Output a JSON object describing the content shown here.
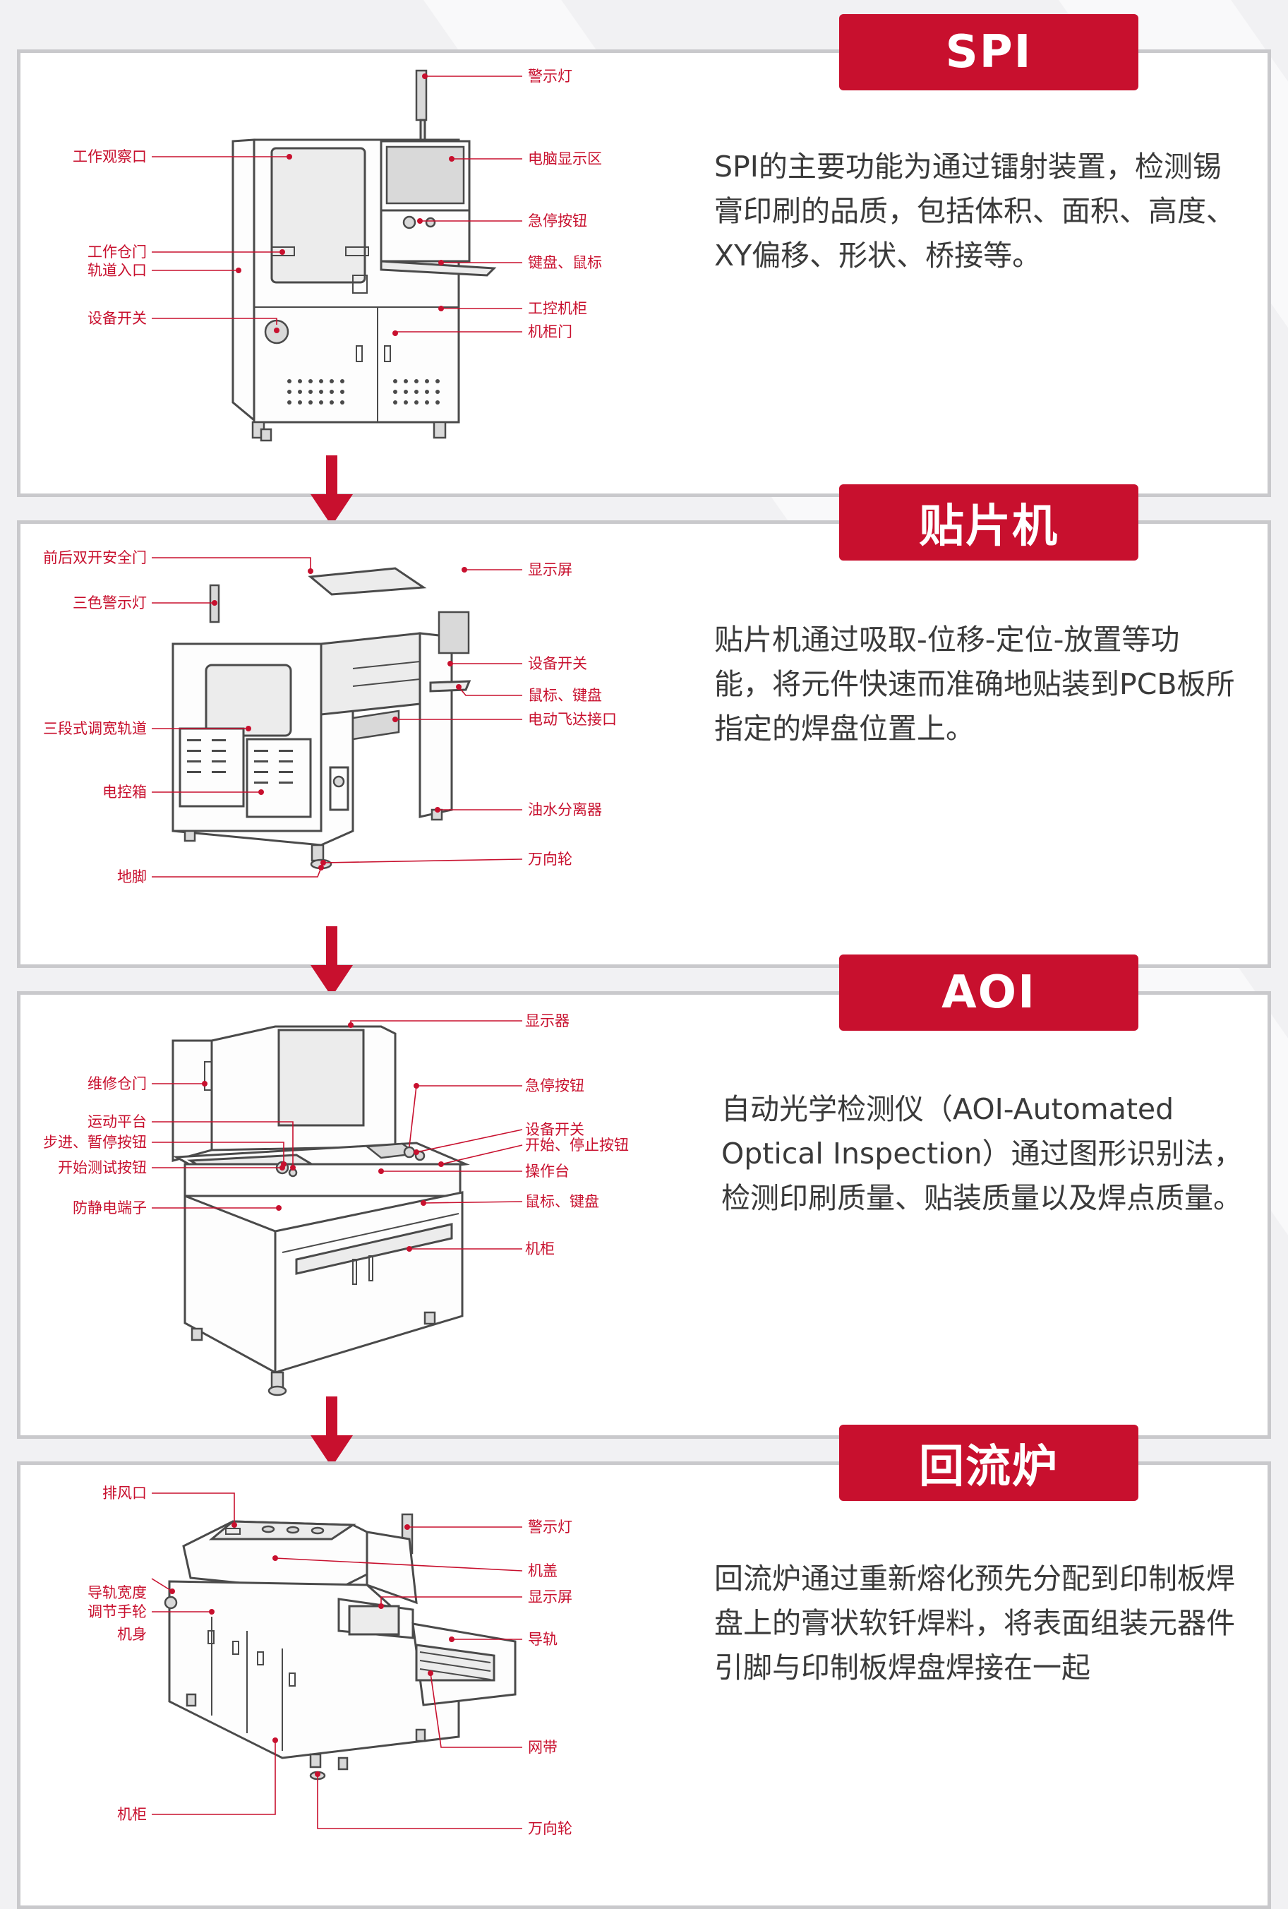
{
  "sections": [
    {
      "title": "SPI",
      "description": "SPI的主要功能为通过镭射装置，检测锡膏印刷的品质，包括体积、面积、高度、XY偏移、形状、桥接等。",
      "labels": {
        "warning_light": "警示灯",
        "work_window": "工作观察口",
        "pc_display": "电脑显示区",
        "emergency_stop": "急停按钮",
        "work_door": "工作仓门",
        "rail_entry": "轨道入口",
        "keyboard_mouse": "键盘、鼠标",
        "ipc_cabinet": "工控机柜",
        "power_switch": "设备开关",
        "cabinet_door": "机柜门"
      }
    },
    {
      "title": "贴片机",
      "description": "贴片机通过吸取-位移-定位-放置等功能，将元件快速而准确地贴装到PCB板所指定的焊盘位置上。",
      "labels": {
        "safety_doors": "前后双开安全门",
        "display": "显示屏",
        "tri_light": "三色警示灯",
        "power_switch": "设备开关",
        "mouse_keyboard": "鼠标、键盘",
        "rail": "三段式调宽轨道",
        "feeder_port": "电动飞达接口",
        "control_box": "电控箱",
        "oil_separator": "油水分离器",
        "caster": "万向轮",
        "foot": "地脚"
      }
    },
    {
      "title": "AOI",
      "description": "自动光学检测仪（AOI-Automated Optical Inspection）通过图形识别法，检测印刷质量、贴装质量以及焊点质量。",
      "labels": {
        "monitor": "显示器",
        "service_door": "维修仓门",
        "emergency_stop": "急停按钮",
        "motion_platform": "运动平台",
        "power_switch": "设备开关",
        "step_pause": "步进、暂停按钮",
        "start_stop": "开始、停止按钮",
        "start_test": "开始测试按钮",
        "console": "操作台",
        "antistatic": "防静电端子",
        "mouse_keyboard": "鼠标、键盘",
        "cabinet": "机柜"
      }
    },
    {
      "title": "回流炉",
      "description": "回流炉通过重新熔化预先分配到印制板焊盘上的膏状软钎焊料，将表面组装元器件引脚与印制板焊盘焊接在一起",
      "labels": {
        "exhaust": "排风口",
        "warning_light": "警示灯",
        "hood": "机盖",
        "display": "显示屏",
        "rail_wheel_1": "导轨宽度",
        "rail_wheel_2": "调节手轮",
        "body": "机身",
        "rail": "导轨",
        "mesh_belt": "网带",
        "cabinet": "机柜",
        "caster": "万向轮"
      }
    }
  ],
  "colors": {
    "accent": "#c8102e",
    "panel_border": "#c9c9cc",
    "text": "#3a3a3a",
    "background": "#f1f1f3"
  },
  "icons": [
    "down-arrow-icon"
  ]
}
